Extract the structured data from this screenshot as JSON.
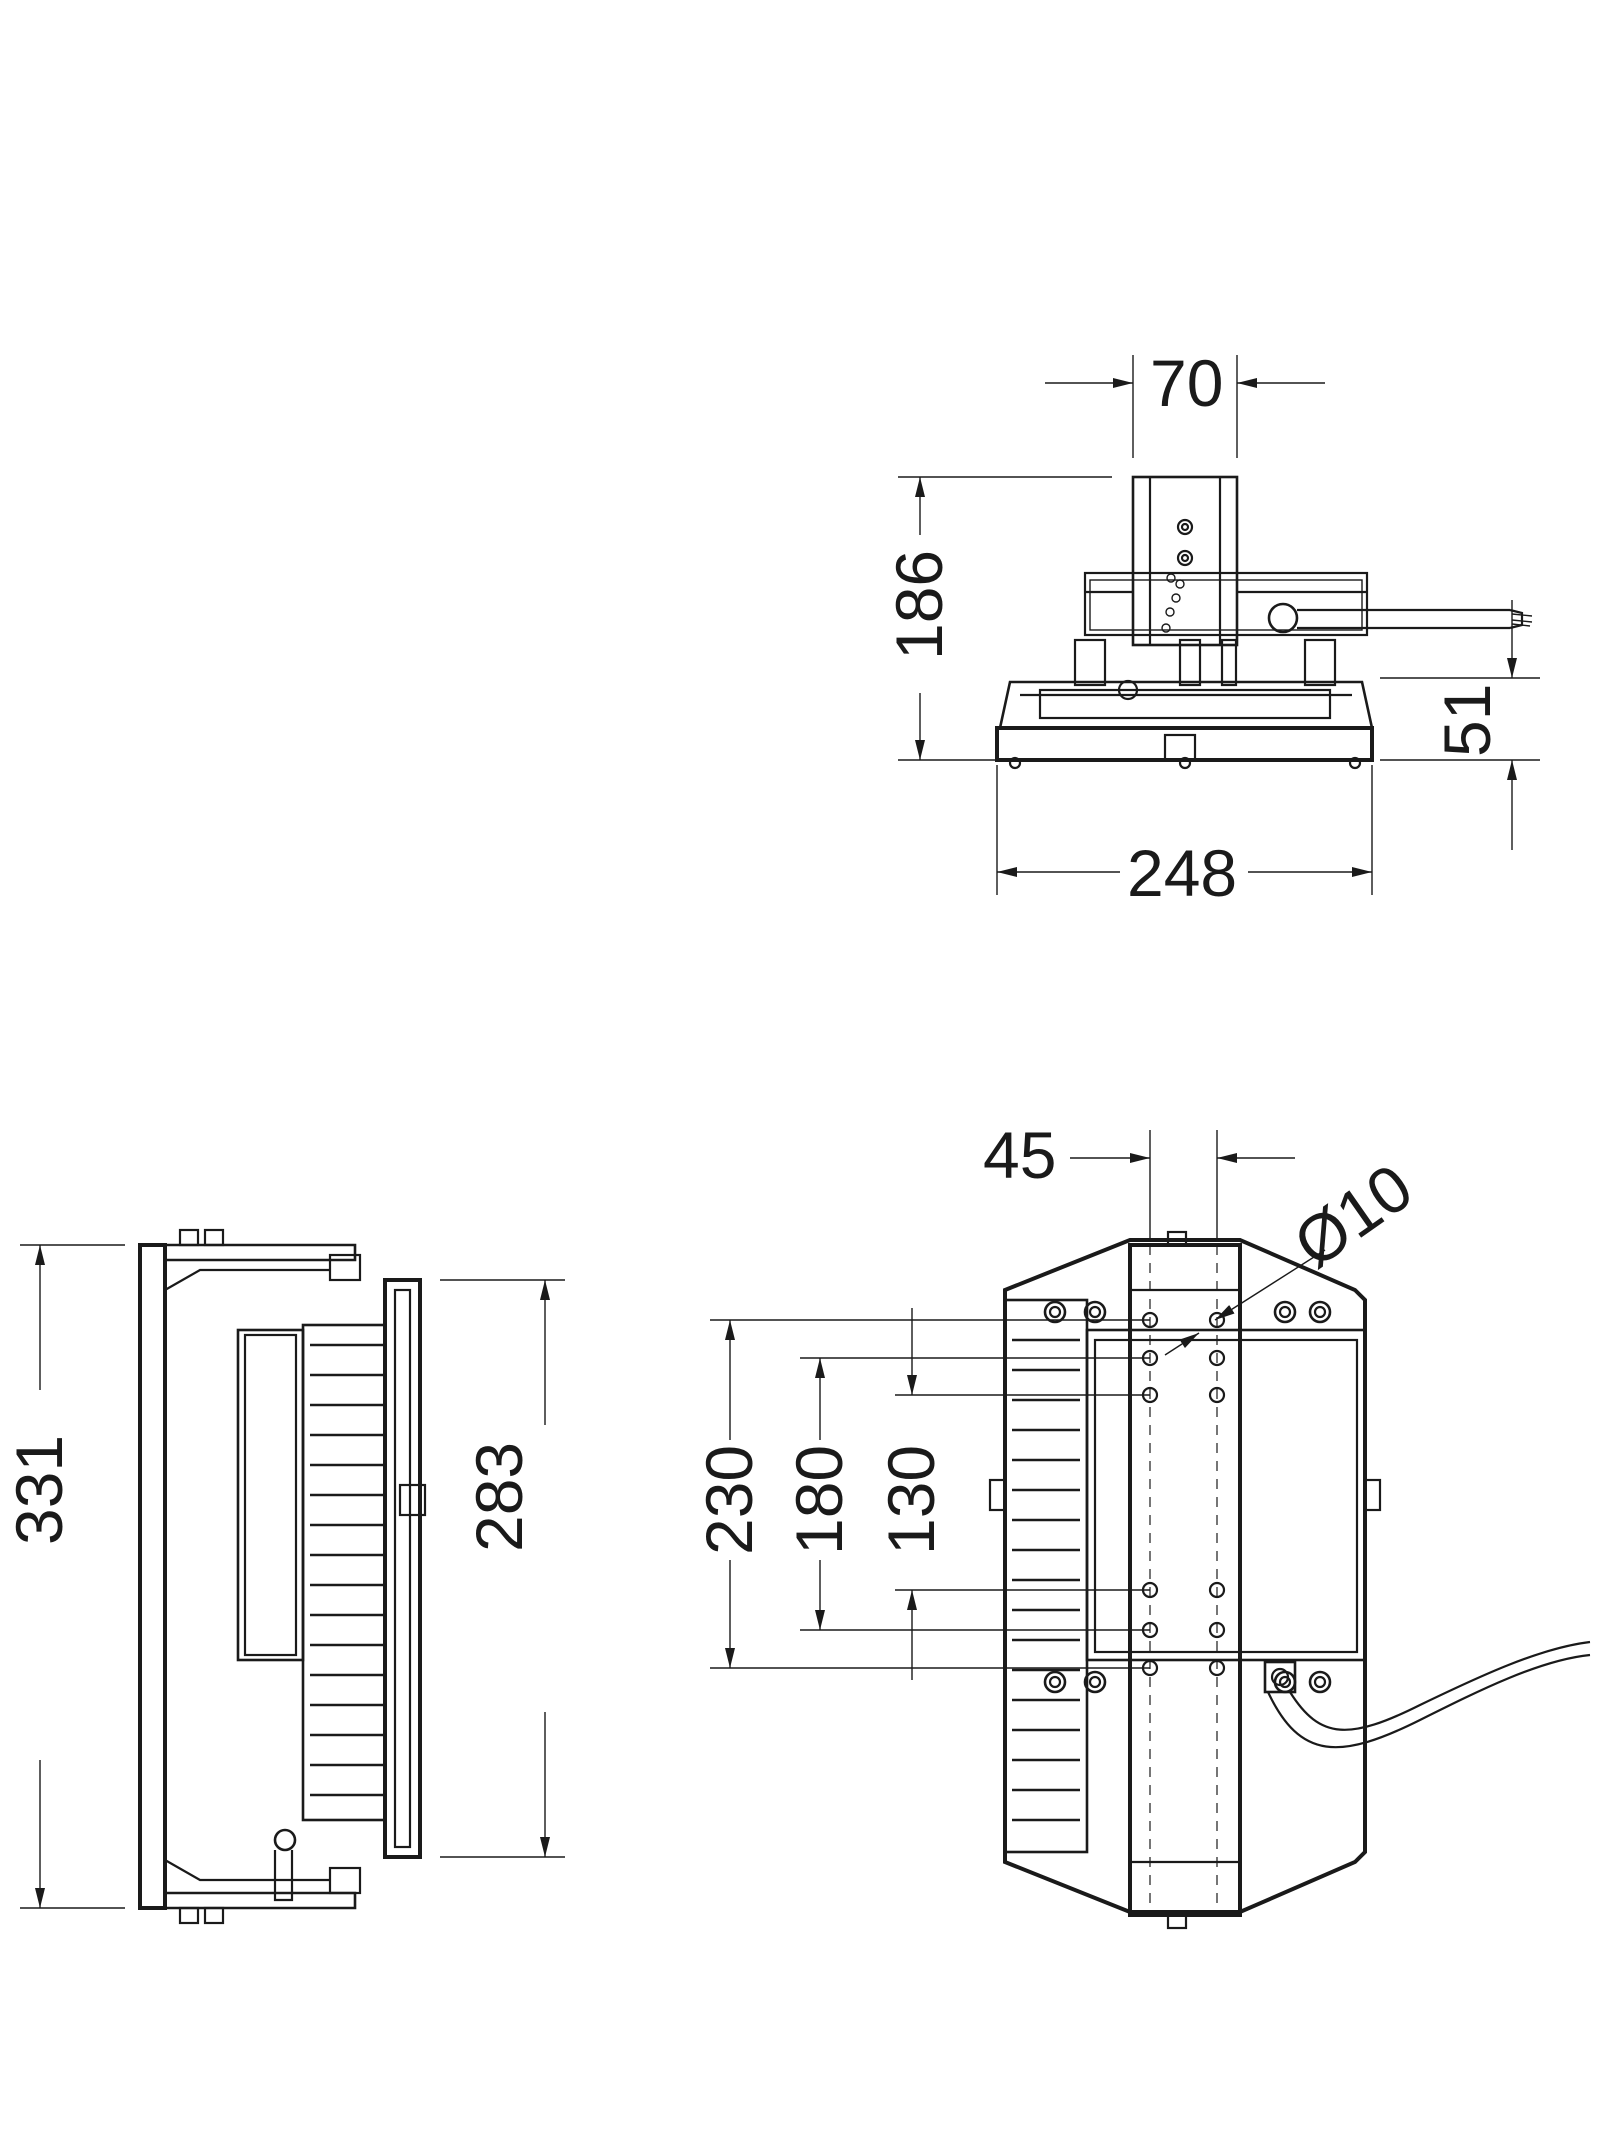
{
  "dimensions": {
    "top_view": {
      "width_mount": "70",
      "height_total": "186",
      "cable_height": "51",
      "base_width": "248"
    },
    "side_view": {
      "height_total": "331",
      "height_body": "283"
    },
    "front_view": {
      "bracket_offset": "45",
      "hole_diameter": "Ø10",
      "hole_span_outer": "230",
      "hole_span_mid": "180",
      "hole_span_inner": "130"
    }
  }
}
